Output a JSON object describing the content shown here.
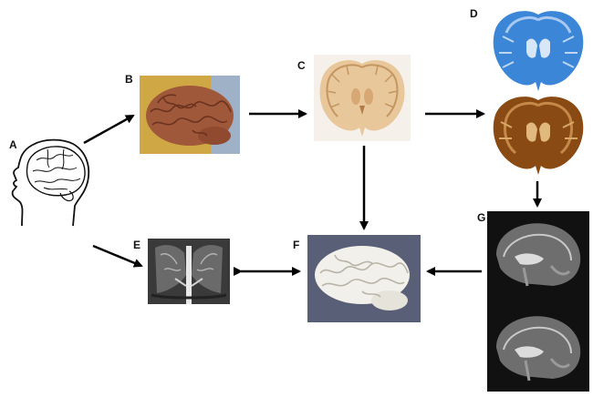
{
  "panels": {
    "A": {
      "label": "A",
      "icon": "head-silhouette-icon"
    },
    "B": {
      "label": "B",
      "icon": "fixed-brain-photo-icon"
    },
    "C": {
      "label": "C",
      "icon": "coronal-slice-photo-icon"
    },
    "D": {
      "label": "D",
      "icon": "stained-coronal-sections-icon"
    },
    "E": {
      "label": "E",
      "icon": "mri-scan-icon"
    },
    "F": {
      "label": "F",
      "icon": "3d-brain-model-icon"
    },
    "G": {
      "label": "G",
      "icon": "sagittal-mri-stack-icon"
    }
  },
  "colors": {
    "arrow": "#000000",
    "brain_photo": "#a0583a",
    "slice_tissue": "#e8c79b",
    "blue_stain": "#3c86d8",
    "brown_stain": "#8a4a14",
    "model_bg": "#5a5f78",
    "model_brain": "#f2f0ea",
    "mri_bg": "#111111"
  }
}
